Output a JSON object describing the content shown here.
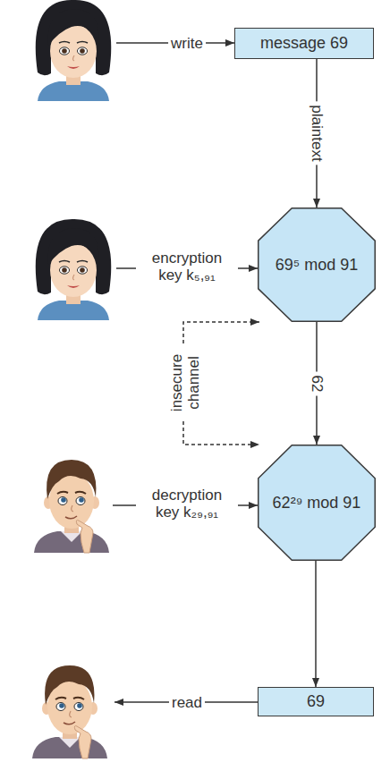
{
  "diagram": {
    "nodes": [
      {
        "text": [
          "message 69"
        ]
      },
      {
        "text": [
          "69⁵ mod 91"
        ]
      },
      {
        "text": [
          "62²⁹ mod 91"
        ]
      },
      {
        "text": [
          "69"
        ]
      }
    ],
    "edges": [
      {
        "from": 0,
        "to": 1,
        "label": "plaintext",
        "arrow": "to"
      },
      {
        "from": 1,
        "to": 2,
        "label": "62",
        "arrow": "to"
      },
      {
        "from": 2,
        "to": 3,
        "arrow": "to"
      }
    ],
    "labels": [
      "write",
      "encryption key k₅,₉₁",
      "insecure channel",
      "decryption key k₂₉,₉₁",
      "read"
    ]
  }
}
